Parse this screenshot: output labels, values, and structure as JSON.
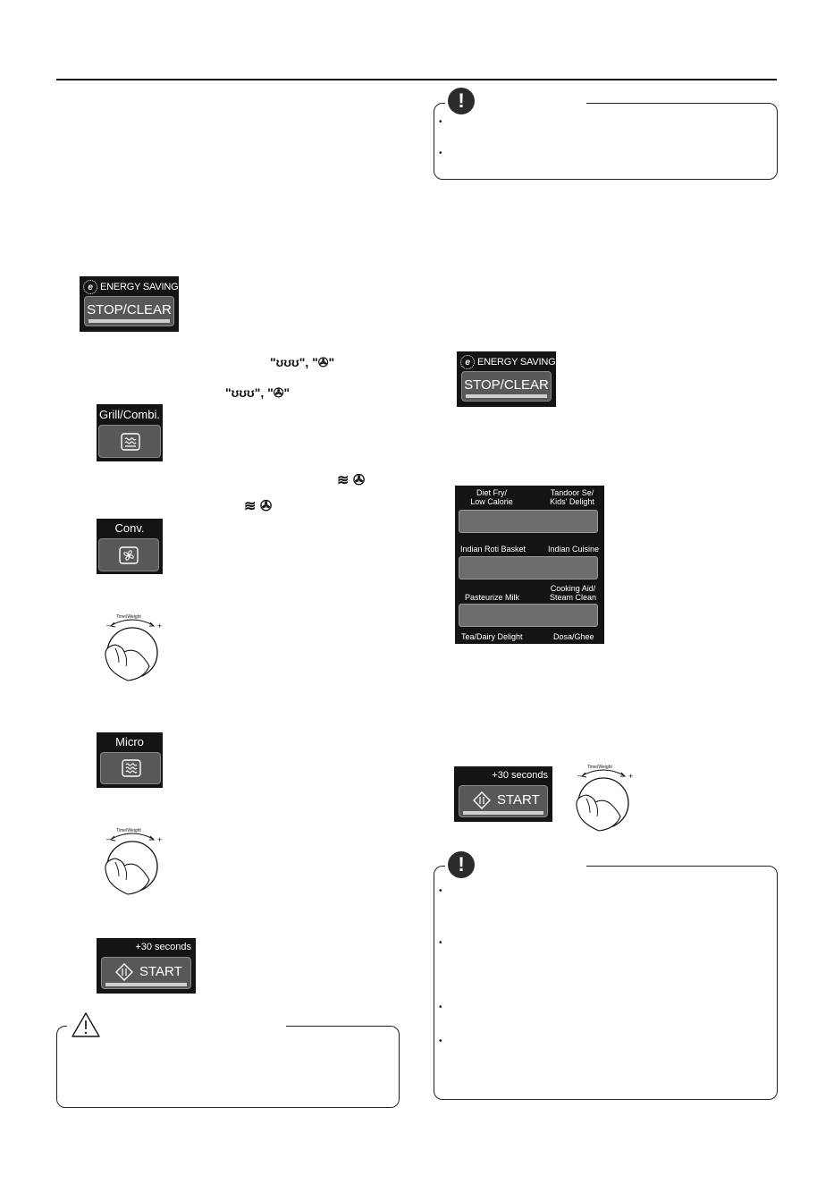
{
  "energy_saving_button": {
    "header": "ENERGY SAVING",
    "label": "STOP/CLEAR"
  },
  "grill_combi_button": {
    "label": "Grill/Combi.",
    "icon": "grill-heater-icon"
  },
  "conv_button": {
    "label": "Conv.",
    "icon": "convection-fan-icon"
  },
  "micro_button": {
    "label": "Micro",
    "icon": "microwave-waves-icon"
  },
  "start_button": {
    "header": "+30 seconds",
    "label": "START",
    "icon": "start-diamond-icon"
  },
  "dial": {
    "label": "Time/Weight",
    "minus": "–",
    "plus": "+"
  },
  "inline_symbols": {
    "grill_combo": "\"ʊʊʊ\", \"✇\"",
    "grill_combo_2": "\"ʊʊʊ\", \"✇\"",
    "micro_conv": "≋ ✇",
    "micro_conv_2": "≋ ✇"
  },
  "cooking_menu": {
    "row1": {
      "left": "Diet Fry/\nLow Calorie",
      "right": "Tandoor Se/\nKids' Delight"
    },
    "row2": {
      "left": "Indian Roti Basket",
      "right": "Indian Cuisine"
    },
    "row3": {
      "left": "Pasteurize Milk",
      "right": "Cooking Aid/\nSteam Clean"
    },
    "row4": {
      "left": "Tea/Dairy Delight",
      "right": "Dosa/Ghee"
    }
  },
  "notes": {
    "badge": "!",
    "bullet": "•"
  },
  "caution": {
    "icon": "warning-triangle-icon"
  }
}
